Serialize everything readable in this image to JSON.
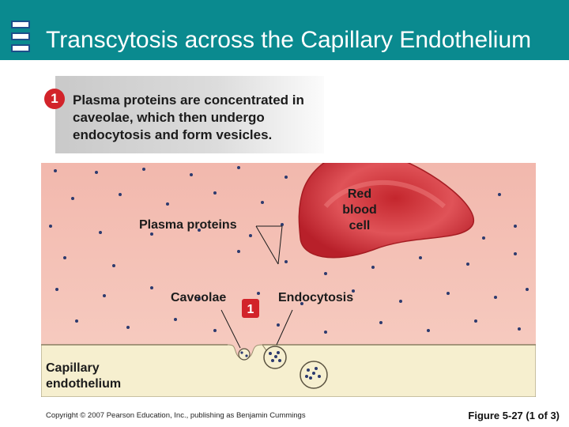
{
  "header": {
    "title": "Transcytosis across the Capillary Endothelium"
  },
  "step": {
    "number": "1",
    "text": "Plasma proteins are concentrated in caveolae, which then undergo endocytosis and form vesicles."
  },
  "figure": {
    "labels": {
      "red_blood_cell": "Red blood cell",
      "plasma_proteins": "Plasma proteins",
      "caveolae": "Caveolae",
      "endocytosis": "Endocytosis",
      "capillary_endothelium": "Capillary endothelium",
      "marker": "1"
    }
  },
  "footer": {
    "copyright": "Copyright © 2007 Pearson Education, Inc., publishing as Benjamin Cummings",
    "figure_ref": "Figure 5-27 (1 of 3)"
  },
  "colors": {
    "title_bar": "#0a8a8f",
    "plasma": "#f4c4ba",
    "endothelium": "#f6efcf",
    "rbc": "#d9363c",
    "marker": "#d2232a"
  }
}
